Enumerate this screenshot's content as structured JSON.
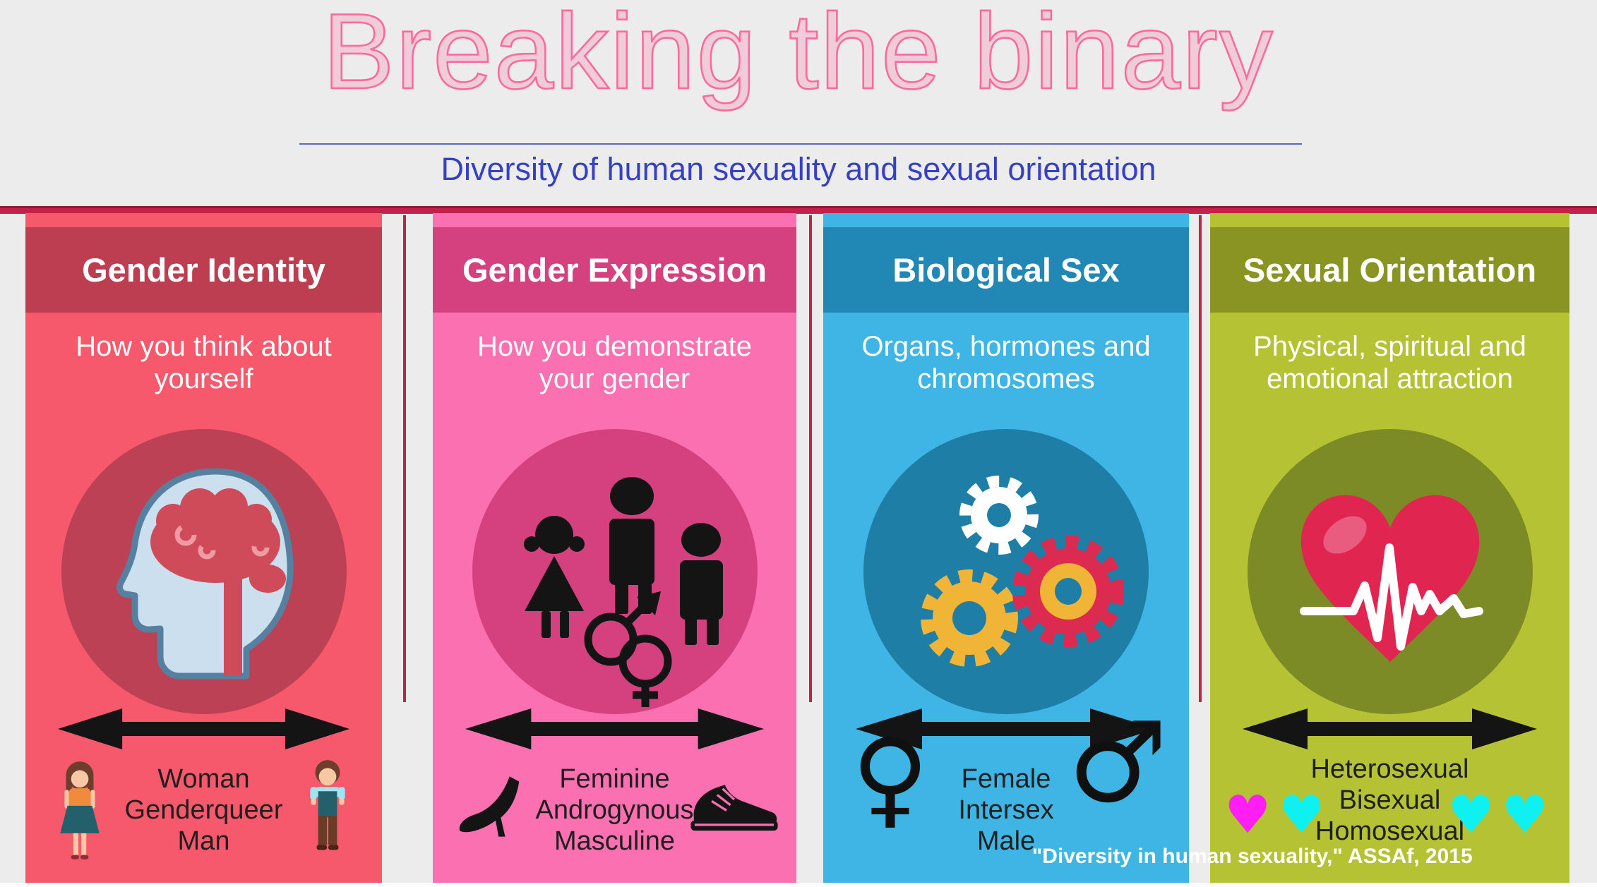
{
  "title": "Breaking the binary",
  "subtitle": "Diversity of human sexuality and sexual orientation",
  "citation": "\"Diversity in human sexuality,\" ASSAf, 2015",
  "theme": {
    "page-bg": "#EDECEC",
    "bar": "#C2224A",
    "bar-edge": "#8C1D36",
    "title-pink": "#FA6A9C",
    "subtitle-blue": "#3640C4",
    "rule-blue": "#6066C6",
    "c1-body": "#F5596B",
    "c1-band": "#BE3E51",
    "c1-circle": "#BC4154",
    "c2-body": "#FB70B1",
    "c2-band": "#D5417F",
    "c2-circle": "#D5417F",
    "c3-body": "#3EB5E5",
    "c3-band": "#2187B4",
    "c3-circle": "#1F7EA5",
    "c4-body": "#B5C233",
    "c4-band": "#8A9423",
    "c4-circle": "#7C8B26",
    "spectrum-text": "#1F1F1F",
    "heart-magenta": "#FF1FF3",
    "heart-cyan": "#0FF0F0"
  },
  "columns": [
    {
      "header": "Gender Identity",
      "description": "How you think about yourself",
      "spectrum": [
        "Woman",
        "Genderqueer",
        "Man"
      ],
      "center_icon": "head-brain-icon",
      "left_icon": "woman-figure-icon",
      "right_icon": "man-figure-icon"
    },
    {
      "header": "Gender Expression",
      "description": "How you demonstrate your gender",
      "spectrum": [
        "Feminine",
        "Androgynous",
        "Masculine"
      ],
      "center_icon": "people-gender-symbols-icon",
      "left_icon": "high-heel-icon",
      "right_icon": "sneaker-icon"
    },
    {
      "header": "Biological Sex",
      "description": "Organs, hormones and chromosomes",
      "spectrum": [
        "Female",
        "Intersex",
        "Male"
      ],
      "center_icon": "gears-icon",
      "left_icon": "female-symbol-icon",
      "right_icon": "male-symbol-icon",
      "left_symbol": "♀",
      "right_symbol": "♂"
    },
    {
      "header": "Sexual Orientation",
      "description": "Physical, spiritual and emotional attraction",
      "spectrum": [
        "Heterosexual",
        "Bisexual",
        "Homosexual"
      ],
      "center_icon": "heart-pulse-icon",
      "left_icon": "hearts-pair-icon",
      "right_icon": "hearts-pair-icon",
      "hearts_left": [
        "♥",
        "♥"
      ],
      "hearts_right": [
        "♥",
        "♥"
      ]
    }
  ]
}
